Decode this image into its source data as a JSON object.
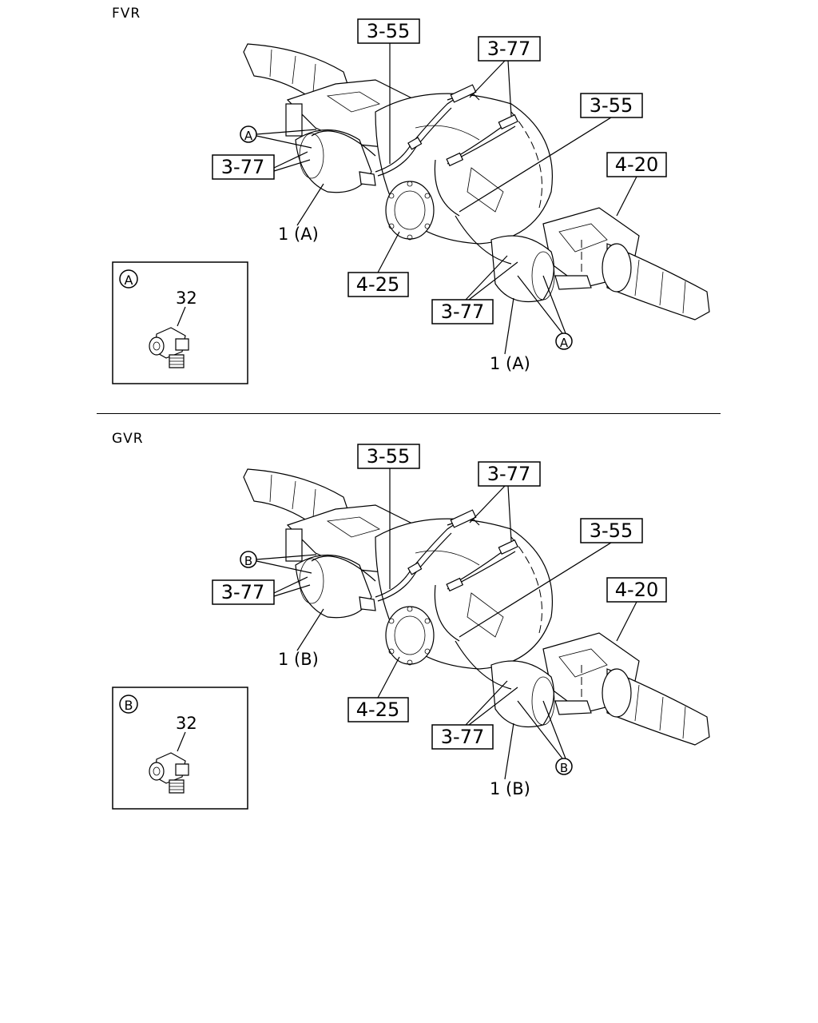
{
  "sections": [
    {
      "model": "FVR",
      "callouts": {
        "pipe_left": "3-55",
        "hose_top": "3-77",
        "pipe_right": "3-55",
        "hose_left": "3-77",
        "bracket_right": "4-20",
        "housing": "4-25",
        "hose_bottom": "3-77"
      },
      "chamber_left_label": "1 (A)",
      "chamber_right_label": "1 (A)",
      "view_letter": "A",
      "inset_letter": "A",
      "inset_part_no": "32"
    },
    {
      "model": "GVR",
      "callouts": {
        "pipe_left": "3-55",
        "hose_top": "3-77",
        "pipe_right": "3-55",
        "hose_left": "3-77",
        "bracket_right": "4-20",
        "housing": "4-25",
        "hose_bottom": "3-77"
      },
      "chamber_left_label": "1 (B)",
      "chamber_right_label": "1 (B)",
      "view_letter": "B",
      "inset_letter": "B",
      "inset_part_no": "32"
    }
  ]
}
